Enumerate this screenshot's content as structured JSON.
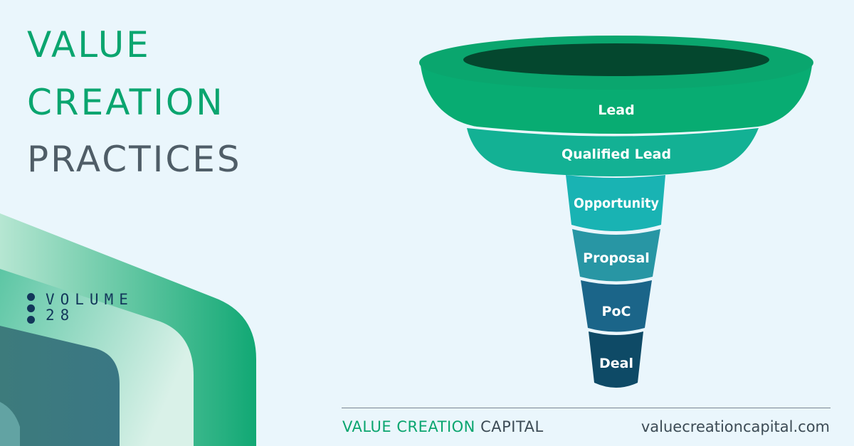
{
  "title": {
    "line1": "VALUE",
    "line2": "CREATION",
    "line3": "PRACTICES"
  },
  "volume": {
    "label": "VOLUME",
    "number": "28"
  },
  "funnel": {
    "stages": [
      {
        "label": "Lead",
        "color": "#08ac72"
      },
      {
        "label": "Qualified Lead",
        "color": "#13b194"
      },
      {
        "label": "Opportunity",
        "color": "#19b3b3"
      },
      {
        "label": "Proposal",
        "color": "#2896a4"
      },
      {
        "label": "PoC",
        "color": "#1b6589"
      },
      {
        "label": "Deal",
        "color": "#0e4a66"
      }
    ],
    "rim_color": "#0aa66e",
    "mouth_color": "#04472e"
  },
  "footer": {
    "brand_part1": "VALUE CREATION",
    "brand_part2": "CAPITAL",
    "url": "valuecreationcapital.com"
  },
  "colors": {
    "background": "#eaf6fc",
    "accent_green": "#0aa56f",
    "text_gray": "#4f5d67",
    "navy": "#12375a"
  }
}
